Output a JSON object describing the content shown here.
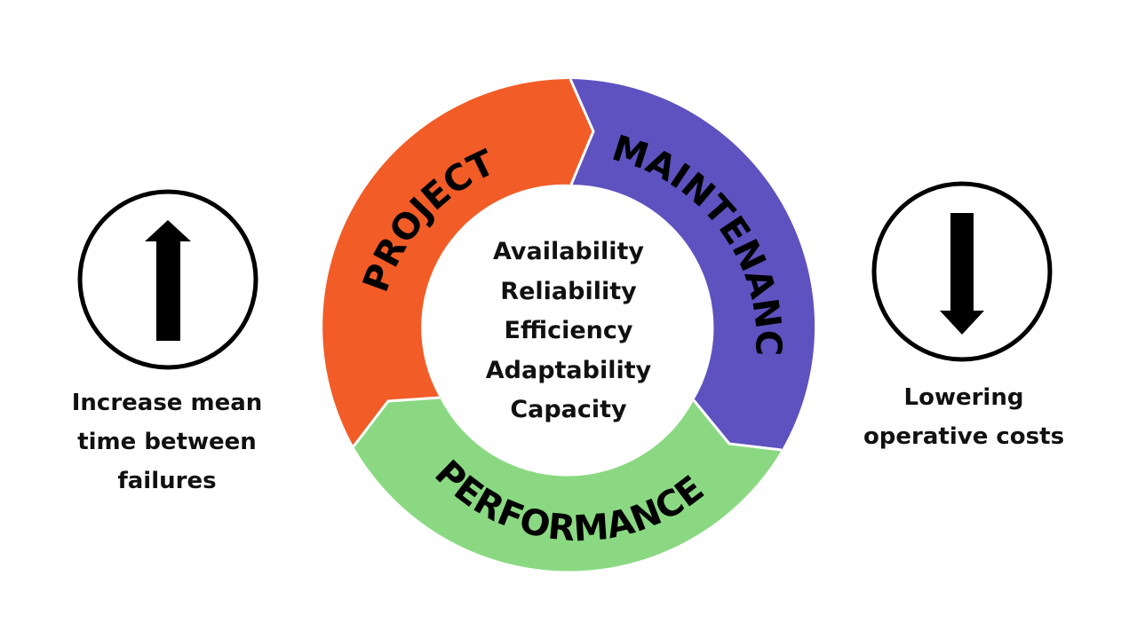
{
  "cycle": {
    "segments": [
      {
        "label": "PROJECT",
        "color": "#f25c27"
      },
      {
        "label": "MAINTENANCE",
        "color": "#5e52c0"
      },
      {
        "label": "PERFORMANCE",
        "color": "#8ad982"
      }
    ],
    "center_items": [
      "Availability",
      "Reliability",
      "Efficiency",
      "Adaptability",
      "Capacity"
    ]
  },
  "left": {
    "icon": "arrow-up-circle-icon",
    "caption_lines": [
      "Increase mean",
      "time between",
      "failures"
    ]
  },
  "right": {
    "icon": "arrow-down-circle-icon",
    "caption_lines": [
      "Lowering",
      "operative costs"
    ]
  }
}
